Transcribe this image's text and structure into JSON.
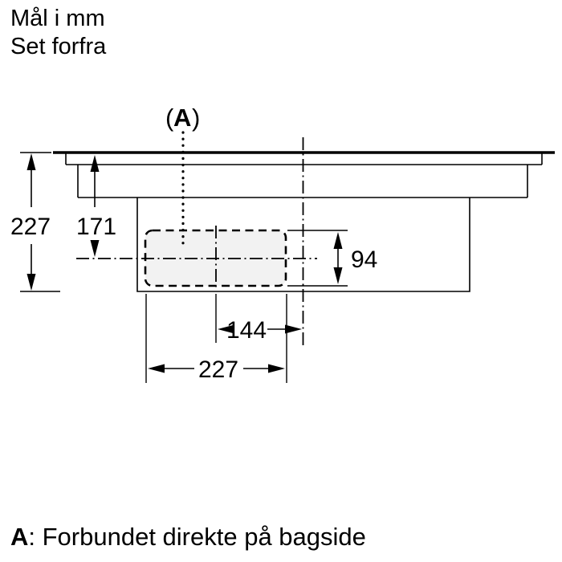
{
  "header": {
    "line1": "Mål i mm",
    "line2": "Set forfra"
  },
  "diagram": {
    "callout_open": "(",
    "callout_letter": "A",
    "callout_close": ")",
    "dim_total_height": "227",
    "dim_height_to_center": "171",
    "dim_duct_height": "94",
    "dim_center_offset": "144",
    "dim_duct_width": "227"
  },
  "footnote": {
    "label": "A",
    "text": ": Forbundet direkte på bagside"
  },
  "colors": {
    "line": "#000000",
    "background": "#ffffff",
    "cutout_fill": "#f2f2f2"
  }
}
